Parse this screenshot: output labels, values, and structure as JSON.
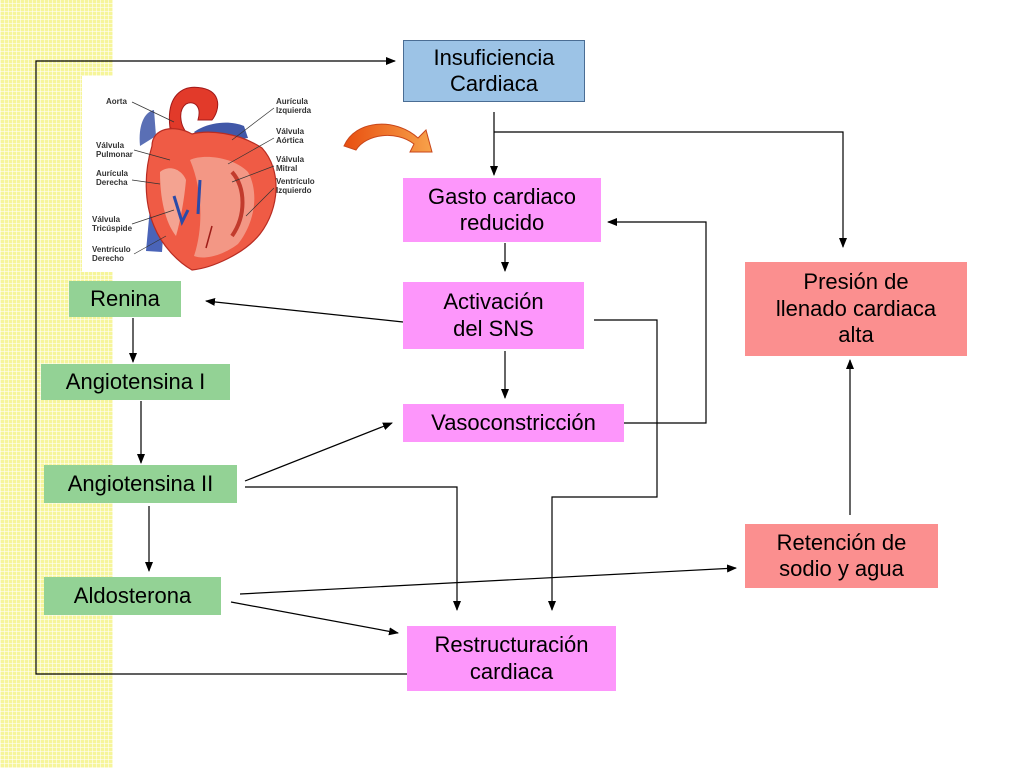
{
  "nodes": {
    "insuficiencia": "Insuficiencia\nCardiaca",
    "gasto": "Gasto cardiaco\nreducido",
    "activacion": "Activación\ndel  SNS",
    "vasoconstriccion": "Vasoconstricción",
    "restructuracion": "Restructuración\ncardiaca",
    "renina": "Renina",
    "angiotensina1": "Angiotensina I",
    "angiotensina2": "Angiotensina II",
    "aldosterona": "Aldosterona",
    "presion": "Presión de\nllenado cardiaca\nalta",
    "retencion": "Retención de\nsodio y agua"
  },
  "heart_labels": {
    "aorta": "Aorta",
    "valvula_pulmonar": "Válvula\nPulmonar",
    "auricula_derecha": "Aurícula\nDerecha",
    "valvula_tricuspide": "Válvula\nTricúspide",
    "ventriculo_derecho": "Ventrículo\nDerecho",
    "auricula_izquierda": "Aurícula\nIzquierda",
    "valvula_aortica": "Válvula\nAórtica",
    "valvula_mitral": "Válvula\nMitral",
    "ventriculo_izquierdo": "Ventrículo\nIzquierdo"
  },
  "colors": {
    "blue_box": "#9cc3e6",
    "pink_box": "#fd96fb",
    "green_box": "#93d295",
    "salmon_box": "#fb8f8f",
    "stripe": "#f6f59a",
    "curved_arrow": "#f26a1b"
  }
}
